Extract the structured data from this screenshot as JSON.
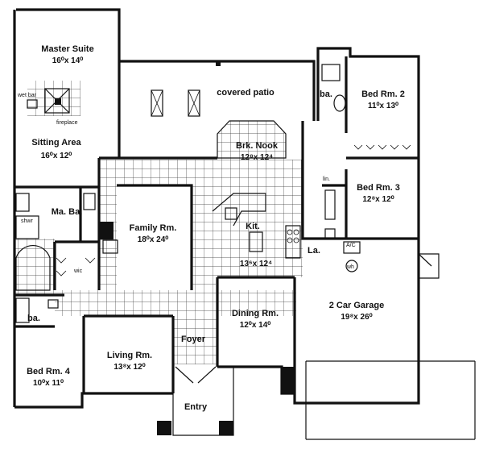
{
  "rooms": {
    "master_suite": {
      "label": "Master Suite",
      "dim": "16⁰x 14⁰"
    },
    "sitting_area": {
      "label": "Sitting Area",
      "dim": "16⁰x 12⁰"
    },
    "ma_ba": {
      "label": "Ma. Ba."
    },
    "family": {
      "label": "Family Rm.",
      "dim": "18⁰x 24⁰"
    },
    "covered_patio": {
      "label": "covered patio"
    },
    "brk_nook": {
      "label": "Brk. Nook",
      "dim": "12⁸x 12⁴"
    },
    "kit": {
      "label": "Kit.",
      "dim": "13⁶x 12⁴"
    },
    "bed2": {
      "label": "Bed Rm. 2",
      "dim": "11⁰x 13⁰"
    },
    "bed3": {
      "label": "Bed Rm. 3",
      "dim": "12⁸x 12⁰"
    },
    "ba_top": {
      "label": "ba."
    },
    "ba_left": {
      "label": "ba."
    },
    "la": {
      "label": "La."
    },
    "lin": {
      "label": "lin."
    },
    "dining": {
      "label": "Dining Rm.",
      "dim": "12⁰x 14⁰"
    },
    "garage": {
      "label": "2 Car Garage",
      "dim": "19⁸x 26⁰"
    },
    "living": {
      "label": "Living Rm.",
      "dim": "13⁸x 12⁰"
    },
    "foyer": {
      "label": "Foyer"
    },
    "bed4": {
      "label": "Bed Rm. 4",
      "dim": "10⁰x 11⁰"
    },
    "entry": {
      "label": "Entry"
    }
  },
  "fixtures": {
    "wet_bar": "wet bar",
    "fireplace": "fireplace",
    "wic": "wic",
    "shwr": "shwr",
    "ac": "A/C",
    "wh": "wh"
  }
}
